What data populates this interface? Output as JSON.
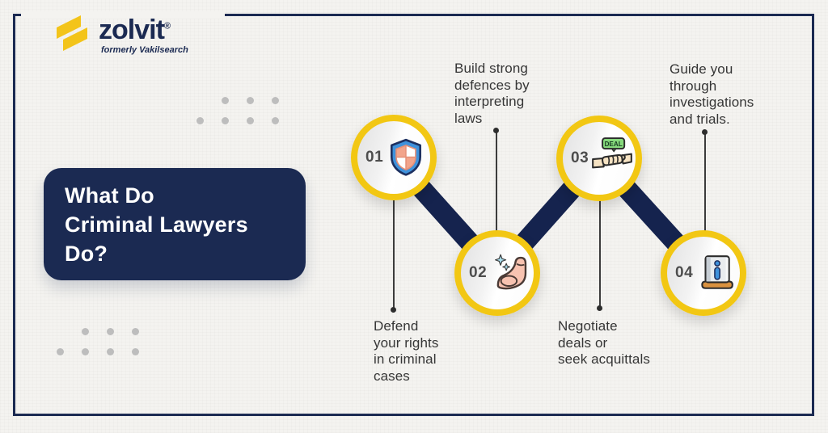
{
  "colors": {
    "navy": "#1b2a52",
    "yellow": "#f2c713",
    "background": "#f4f3f0",
    "label_text": "#363636",
    "dot_gray": "#bdbdbd"
  },
  "logo": {
    "brand": "zolvit",
    "registered": "®",
    "tagline": "formerly Vakilsearch"
  },
  "title": {
    "text": "What Do\nCriminal Lawyers\nDo?"
  },
  "steps": [
    {
      "number": "01",
      "icon": "shield-icon",
      "label": "Defend\nyour rights\nin criminal\ncases",
      "label_position": "below"
    },
    {
      "number": "02",
      "icon": "strong-arm-icon",
      "label": "Build strong\ndefences by\ninterpreting\nlaws",
      "label_position": "above"
    },
    {
      "number": "03",
      "icon": "deal-handshake-icon",
      "tag": "DEAL",
      "label": "Negotiate\ndeals or\nseek acquittals",
      "label_position": "below"
    },
    {
      "number": "04",
      "icon": "info-book-icon",
      "label": "Guide you\nthrough\ninvestigations\nand trials.",
      "label_position": "above"
    }
  ]
}
